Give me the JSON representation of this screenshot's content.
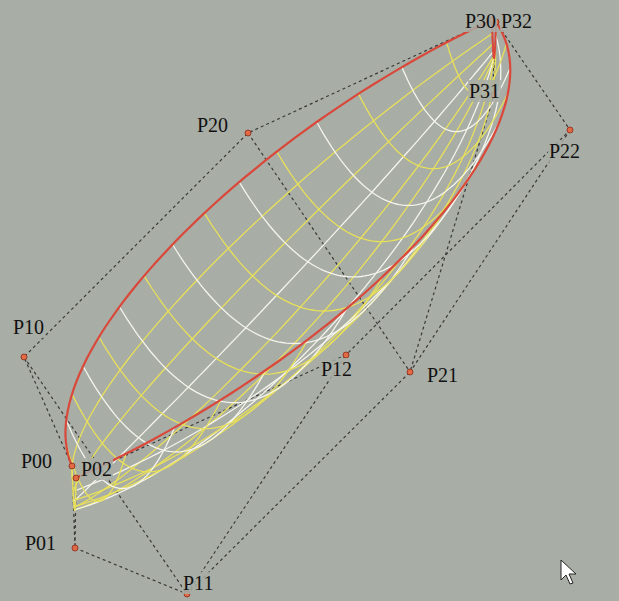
{
  "diagram": {
    "labels": [
      "P30",
      "P32",
      "P31",
      "P20",
      "P22",
      "P10",
      "P12",
      "P21",
      "P00",
      "P02",
      "P01",
      "P11"
    ]
  }
}
